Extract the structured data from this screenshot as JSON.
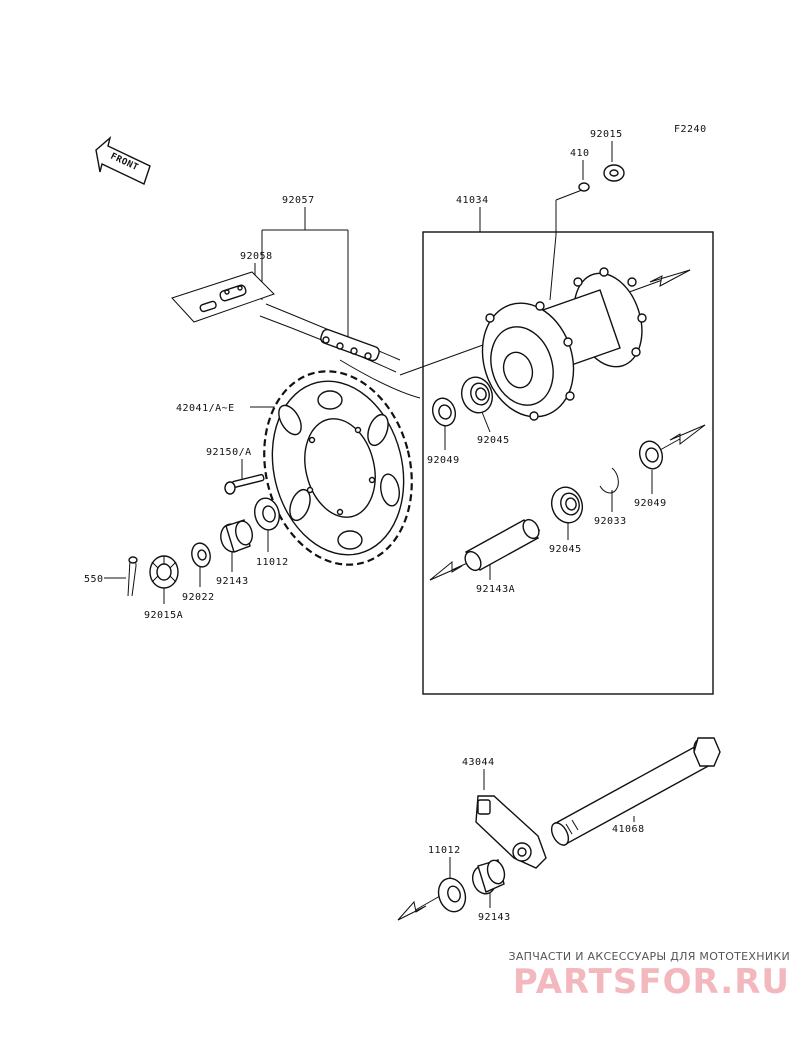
{
  "figure_code": "F2240",
  "front_arrow_label": "FRONT",
  "labels": {
    "p92015": "92015",
    "p410": "410",
    "p41034": "41034",
    "p92057": "92057",
    "p92058": "92058",
    "p42041": "42041/A~E",
    "p92150": "92150/A",
    "p92049_left": "92049",
    "p92045_top": "92045",
    "p92049_right": "92049",
    "p92033": "92033",
    "p92045_mid": "92045",
    "p92143A": "92143A",
    "p11012_top": "11012",
    "p92143_top": "92143",
    "p92022": "92022",
    "p550": "550",
    "p92015A": "92015A",
    "p43044": "43044",
    "p41068": "41068",
    "p11012_bottom": "11012",
    "p92143_bottom": "92143"
  },
  "watermark": {
    "caption": "ЗАПЧАСТИ И АКСЕССУАРЫ ДЛЯ МОТОТЕХНИКИ",
    "brand": "PARTSFOR.RU",
    "brand_color": "#f2b8bd"
  }
}
